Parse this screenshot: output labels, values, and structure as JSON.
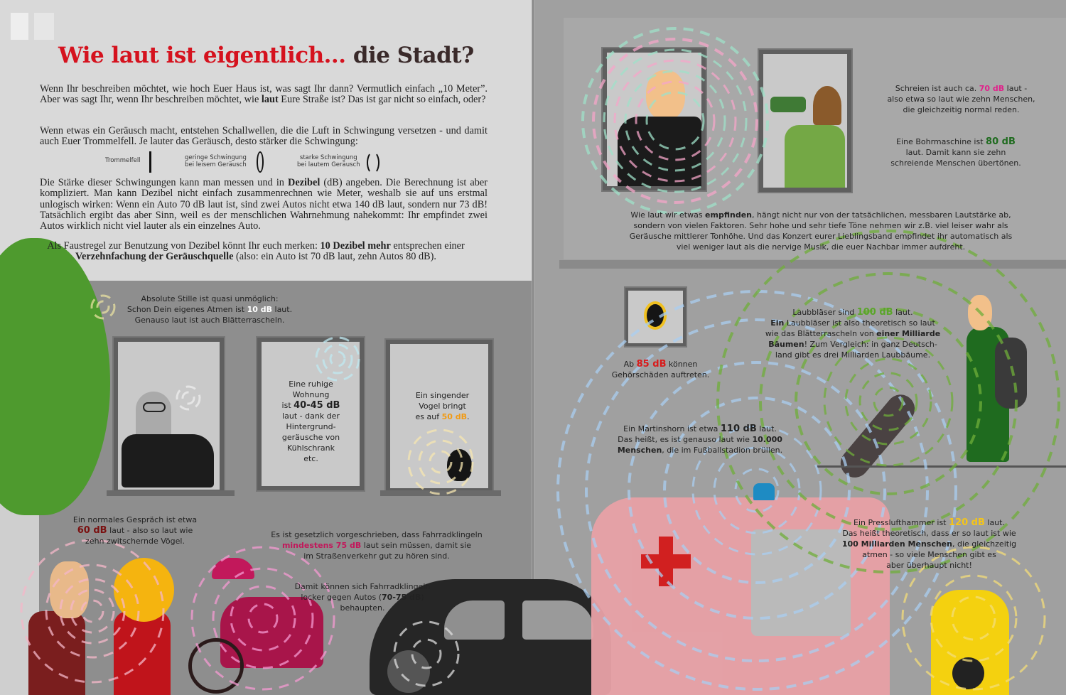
{
  "title": {
    "red": "Wie laut ist eigentlich...",
    "dark": " die Stadt?"
  },
  "intro": {
    "p1": {
      "pre": "Wenn Ihr beschreiben möchtet, wie hoch Euer Haus ist, was sagt Ihr dann? Vermutlich einfach „10 Meter”. Aber was sagt Ihr, wenn Ihr beschreiben möchtet, wie ",
      "b": "laut",
      "post": " Eure Straße ist? Das ist gar nicht so einfach, oder?"
    },
    "p2": "Wenn etwas ein Geräusch macht, entstehen Schallwellen, die die Luft in Schwingung versetzen - und damit auch Euer Trommelfell. Je lauter das Geräusch, desto stärker die Schwingung:",
    "diagram": {
      "a": "Trommelfell",
      "b1": "geringe Schwingung",
      "b2": "bei leisem Geräusch",
      "c1": "starke Schwingung",
      "c2": "bei lautem Geräusch"
    },
    "p3": {
      "pre": "Die Stärke dieser Schwingungen kann man messen und in ",
      "b": "Dezibel",
      "post": " (dB) angeben. Die Berechnung ist aber kompliziert. Man kann Dezibel nicht einfach zusammenrechnen wie Meter, weshalb sie auf uns erstmal unlogisch wirken: Wenn ein Auto 70 dB laut ist, sind zwei Autos nicht etwa 140 dB laut, sondern nur 73 dB! Tatsächlich ergibt das aber Sinn, weil es der menschlichen Wahrnehmung nahekommt: Ihr empfindet zwei Autos wirklich nicht viel lauter als ein einzelnes Auto."
    },
    "p4": {
      "pre": "Als Faustregel zur Benutzung von Dezibel könnt Ihr euch merken: ",
      "b1": "10 Dezibel mehr",
      "mid": " entsprechen einer ",
      "b2": "Verzehnfachung der Geräuschquelle",
      "post": " (also: ein Auto ist 70 dB laut, zehn Autos 80 dB)."
    }
  },
  "captions": {
    "silence": {
      "l1": "Absolute Stille ist quasi unmöglich:",
      "pre": "Schon Dein eigenes Atmen ist ",
      "em": "10 dB",
      "post": " laut.",
      "l3": "Genauso laut ist auch Blätterrascheln."
    },
    "flat": {
      "l1": "Eine ruhige",
      "l2": "Wohnung",
      "pre": "ist ",
      "em": "40-45 dB",
      "l4": "laut - dank der",
      "l5": "Hintergrund-",
      "l6": "geräusche von",
      "l7": "Kühlschrank",
      "l8": "etc."
    },
    "bird": {
      "l1": "Ein singender",
      "l2": "Vogel bringt",
      "pre": "es auf ",
      "em": "50 dB",
      "post": "."
    },
    "talk": {
      "l1": "Ein normales Gespräch ist etwa",
      "em": "60 dB",
      "post": " laut - also so laut wie",
      "l3": "zehn zwitschernde Vögel."
    },
    "bell": {
      "l1": "Es ist gesetzlich vorgeschrieben, dass Fahrradklingeln",
      "em": "mindestens 75 dB",
      "post": " laut sein müssen, damit sie",
      "l3": "im Straßenverkehr gut zu hören sind."
    },
    "bell2": {
      "l1": "Damit können sich Fahrradklingeln",
      "pre": "locker gegen Autos (",
      "em": "70-75 dB",
      "post": ")",
      "l3": "behaupten."
    },
    "scream": {
      "pre": "Schreien ist auch ca. ",
      "em": "70 dB",
      "post": " laut -",
      "l2": "also etwa so laut wie zehn Menschen,",
      "l3": "die gleichzeitig normal reden."
    },
    "drill": {
      "pre": "Eine Bohrmaschine ist ",
      "em": "80 dB",
      "l2": "laut. Damit kann sie zehn",
      "l3": "schreiende Menschen übertönen."
    },
    "perceive": {
      "pre": "Wie laut wir etwas ",
      "b": "empfinden",
      "post": ", hängt nicht nur von der tatsächlichen, messbaren Lautstärke ab,",
      "l2": "sondern von vielen Faktoren. Sehr hohe und sehr tiefe Töne nehmen wir z.B. viel leiser wahr als",
      "l3": "Geräusche mittlerer Tonhöhe. Und das Konzert eurer Lieblingsband empfindet ihr automatisch als",
      "l4": "viel weniger laut als die nervige Musik, die euer Nachbar immer aufdreht."
    },
    "hearing": {
      "pre": "Ab ",
      "em": "85 dB",
      "post": " können",
      "l2": "Gehörschäden auftreten."
    },
    "blower": {
      "pre": "Laubbläser sind ",
      "em": "100 dB",
      "post": " laut.",
      "b1": "Ein",
      "l2": " Laubbläser ist also theoretisch so laut",
      "l3a": "wie das Blätterrascheln von ",
      "b2": "einer Milliarde",
      "b3": "Bäumen",
      "l4": "! Zum Vergleich: in ganz Deutsch-",
      "l5": "land gibt es drei Milliarden Laubbäume."
    },
    "siren": {
      "pre": "Ein Martinshorn ist etwa ",
      "em": "110 dB",
      "post": " laut.",
      "l2": "Das heißt, es ist genauso laut wie ",
      "b1": "10.000",
      "b2": "Menschen",
      "l3": ", die im Fußballstadion brüllen."
    },
    "hammer": {
      "pre": "Ein Presslufthammer ist ",
      "em": "120 dB",
      "post": " laut.",
      "l2": "Das heißt theoretisch, dass er so laut ist wie",
      "b": "100 Milliarden Menschen",
      "l3": ", die gleichzeitig",
      "l4": "atmen - so viele Menschen gibt es",
      "l5": "aber überhaupt nicht!"
    }
  },
  "colors": {
    "title": "#d5121e",
    "c10": "#ffffff",
    "c40": "#1a1a1a",
    "c50": "#f29a12",
    "c60": "#7a1010",
    "c75": "#c2185b",
    "c70": "#e0218a",
    "c80": "#1f6b1f",
    "c85": "#d81b1b",
    "c100": "#5aa52a",
    "c110": "#111111",
    "c120": "#f5c518"
  }
}
